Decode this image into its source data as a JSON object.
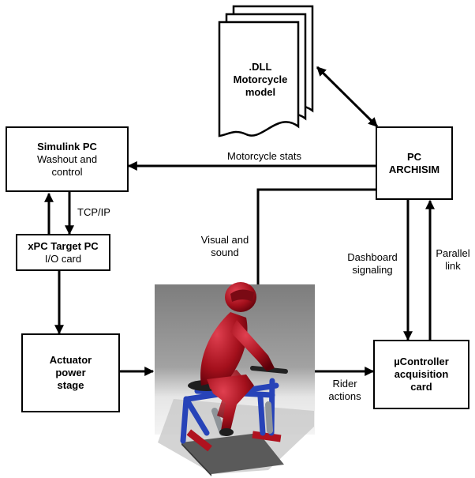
{
  "dll_doc": {
    "line1": ".DLL",
    "line2": "Motorcycle",
    "line3": "model"
  },
  "simulink_pc": {
    "title": "Simulink PC",
    "line2": "Washout and",
    "line3": "control"
  },
  "xpc_target_pc": {
    "title": "xPC Target PC",
    "line2": "I/O card"
  },
  "pc_archisim": {
    "line1": "PC",
    "line2": "ARCHISIM"
  },
  "actuator_stage": {
    "line1": "Actuator",
    "line2": "power",
    "line3": "stage"
  },
  "ucontroller_card": {
    "line1": "µController",
    "line2": "acquisition",
    "line3": "card"
  },
  "links": {
    "motorcycle_stats": "Motorcycle stats",
    "tcp_ip": "TCP/IP",
    "visual_sound_1": "Visual and",
    "visual_sound_2": "sound",
    "dashboard_1": "Dashboard",
    "dashboard_2": "signaling",
    "parallel_1": "Parallel",
    "parallel_2": "link",
    "rider_1": "Rider",
    "rider_2": "actions"
  },
  "colors": {
    "rider_suit": "#b0121f",
    "frame_blue": "#2743b8",
    "render_background": "#8c8c8c"
  }
}
